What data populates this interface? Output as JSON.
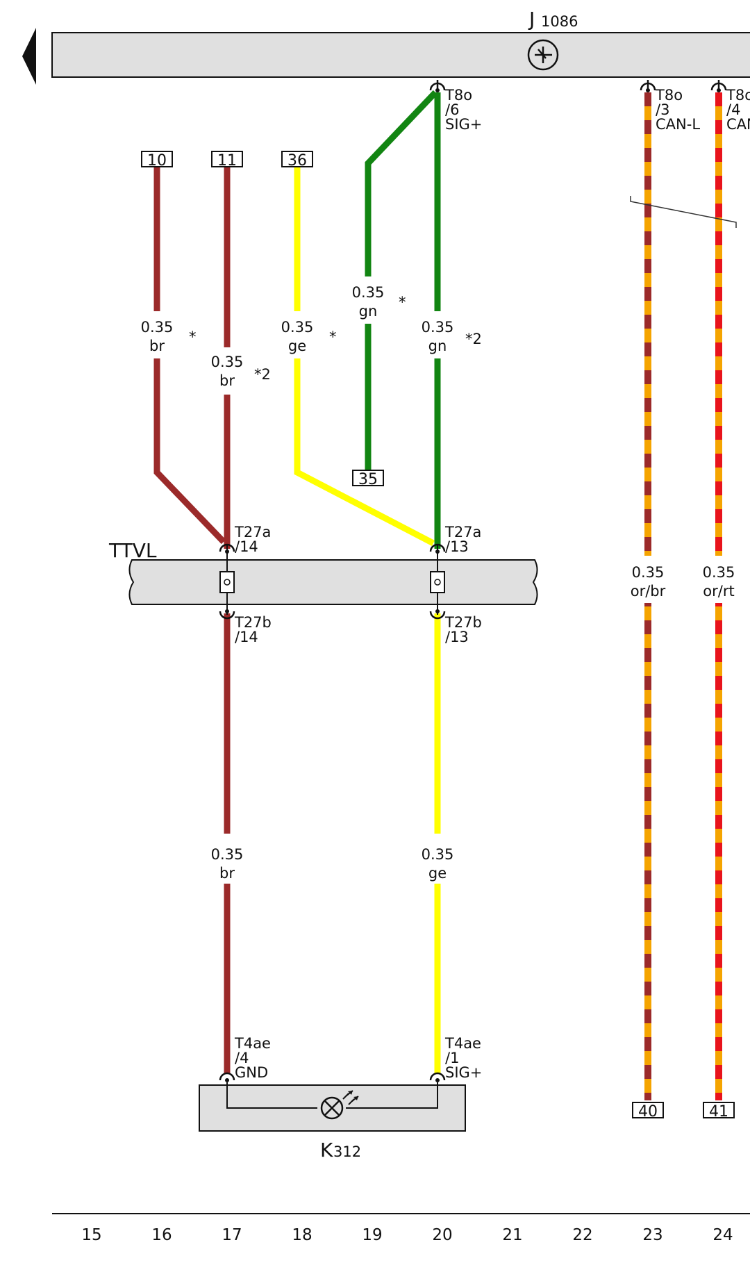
{
  "components": {
    "top_module": {
      "label": "J",
      "sub": "1086"
    },
    "bottom_module": {
      "label": "K",
      "sub": "312"
    },
    "connector_block": {
      "label": "TTVL"
    }
  },
  "wires": [
    {
      "id": "w10",
      "section": "0.35",
      "color_code": "br",
      "note": "*",
      "from_ref": "10",
      "color": "#9b2a2a"
    },
    {
      "id": "w11",
      "section": "0.35",
      "color_code": "br",
      "note": "*2",
      "from_ref": "11",
      "color": "#9b2a2a"
    },
    {
      "id": "w36",
      "section": "0.35",
      "color_code": "ge",
      "note": "*",
      "from_ref": "36",
      "color": "#ffff00"
    },
    {
      "id": "w35",
      "section": "0.35",
      "color_code": "gn",
      "note": "*",
      "to_ref": "35",
      "color": "#128512"
    },
    {
      "id": "w20",
      "section": "0.35",
      "color_code": "gn",
      "note": "*2",
      "color": "#128512"
    },
    {
      "id": "w17b",
      "section": "0.35",
      "color_code": "br",
      "color": "#9b2a2a"
    },
    {
      "id": "w20b",
      "section": "0.35",
      "color_code": "ge",
      "color": "#ffff00"
    },
    {
      "id": "w23",
      "section": "0.35",
      "color_code": "or/br",
      "to_ref": "40",
      "colors": [
        "#f5a400",
        "#9b2a2a"
      ]
    },
    {
      "id": "w24",
      "section": "0.35",
      "color_code": "or/rt",
      "to_ref": "41",
      "colors": [
        "#f5a400",
        "#e8141c"
      ]
    }
  ],
  "pins": {
    "t8o_6": {
      "conn": "T8o",
      "pin": "/6",
      "signal": "SIG+"
    },
    "t8o_3": {
      "conn": "T8o",
      "pin": "/3",
      "signal": "CAN-L"
    },
    "t8o_4": {
      "conn": "T8o",
      "pin": "/4",
      "signal": "CAN"
    },
    "t27a_14": {
      "conn": "T27a",
      "pin": "/14"
    },
    "t27a_13": {
      "conn": "T27a",
      "pin": "/13"
    },
    "t27b_14": {
      "conn": "T27b",
      "pin": "/14"
    },
    "t27b_13": {
      "conn": "T27b",
      "pin": "/13"
    },
    "t4ae_4": {
      "conn": "T4ae",
      "pin": "/4",
      "signal": "GND"
    },
    "t4ae_1": {
      "conn": "T4ae",
      "pin": "/1",
      "signal": "SIG+"
    }
  },
  "refs": {
    "r10": "10",
    "r11": "11",
    "r36": "36",
    "r35": "35",
    "r40": "40",
    "r41": "41"
  },
  "columns": [
    "15",
    "16",
    "17",
    "18",
    "19",
    "20",
    "21",
    "22",
    "23",
    "24"
  ]
}
